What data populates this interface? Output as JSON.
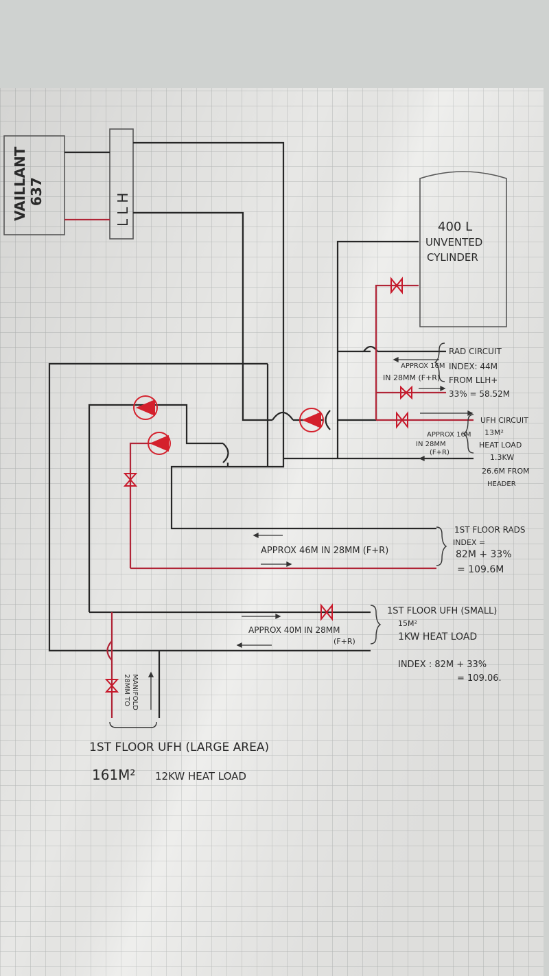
{
  "colors": {
    "background": "#cfd2d0",
    "paper": "#ececea",
    "grid": "#b9bcbb",
    "pipe_flow": "#b02436",
    "pipe_return": "#262626",
    "pump": "#d4202c",
    "valve": "#c8182a"
  },
  "components": {
    "boiler": {
      "line1": "VAILLANT",
      "line2": "637"
    },
    "llh": {
      "text": "LLH"
    },
    "cylinder": {
      "line1": "400 L",
      "line2": "UNVENTED",
      "line3": "CYLINDER"
    }
  },
  "circuits": {
    "rad": {
      "title": "RAD CIRCUIT",
      "pipe_note1": "APPROX 16M",
      "pipe_note2": "IN 28MM (F+R)",
      "index_line1": "INDEX: 44M",
      "index_line2": "FROM LLH+",
      "index_line3": "33% = 58.52M"
    },
    "ufh_ground": {
      "title": "UFH CIRCUIT",
      "area": "13M²",
      "heat_load_label": "HEAT LOAD",
      "heat_load": "1.3KW",
      "distance": "26.6M FROM",
      "distance2": "HEADER",
      "pipe_note1": "APPROX 16M",
      "pipe_note2": "IN 28MM",
      "pipe_note3": "(F+R)"
    },
    "first_floor_rads": {
      "title": "1ST FLOOR RADS",
      "index_line1": "INDEX =",
      "index_line2": "82M + 33%",
      "index_line3": "= 109.6M",
      "pipe_note": "APPROX 46M IN 28MM (F+R)"
    },
    "first_floor_ufh_small": {
      "title": "1ST FLOOR UFH (SMALL)",
      "area": "15M²",
      "heat_load": "1KW HEAT LOAD",
      "index_line1": "INDEX : 82M + 33%",
      "index_line2": "= 109.06.",
      "pipe_note1": "APPROX 40M IN 28MM",
      "pipe_note2": "(F+R)"
    },
    "first_floor_ufh_large": {
      "title": "1ST FLOOR UFH (LARGE AREA)",
      "area": "161M²",
      "heat_load": "12KW HEAT LOAD",
      "manifold_note1": "28MM TO",
      "manifold_note2": "MANIFOLD"
    }
  }
}
